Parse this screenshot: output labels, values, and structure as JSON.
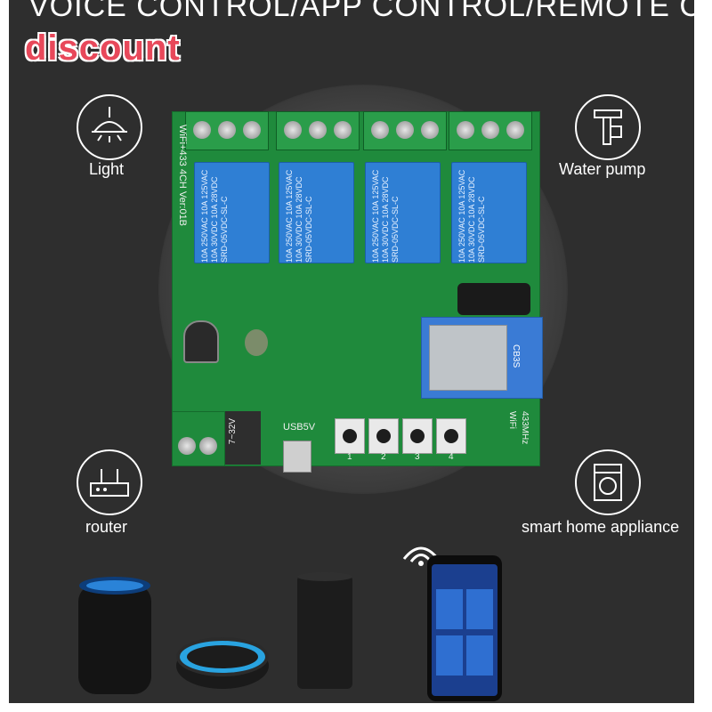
{
  "banner": {
    "text": "VOICE CONTROL/APP CONTROL/REMOTE CONTROL"
  },
  "badge": {
    "text": "discount",
    "color": "#e8485a"
  },
  "features": [
    {
      "label": "Light",
      "icon": "lamp-icon"
    },
    {
      "label": "Water pump",
      "icon": "water-pump-icon"
    },
    {
      "label": "router",
      "icon": "router-icon"
    },
    {
      "label": "smart home appliance",
      "icon": "washing-machine-icon"
    }
  ],
  "board": {
    "side_label": "WiFi+433 4CH Ver:01B",
    "relay_text": "10A 250VAC 10A 125VAC 10A 30VDC 10A 28VDC SRD-05VDC-SL-C",
    "power_label": "7~32V",
    "usb_label": "USB5V",
    "module_label": "CB3S",
    "wifi_label": "WiFi",
    "rf_label": "433MHz",
    "buttons": [
      "1",
      "2",
      "3",
      "4"
    ]
  },
  "devices": [
    {
      "icon": "smart-speaker-icon"
    },
    {
      "icon": "echo-dot-icon"
    },
    {
      "icon": "google-home-icon"
    },
    {
      "icon": "smartphone-icon"
    }
  ]
}
